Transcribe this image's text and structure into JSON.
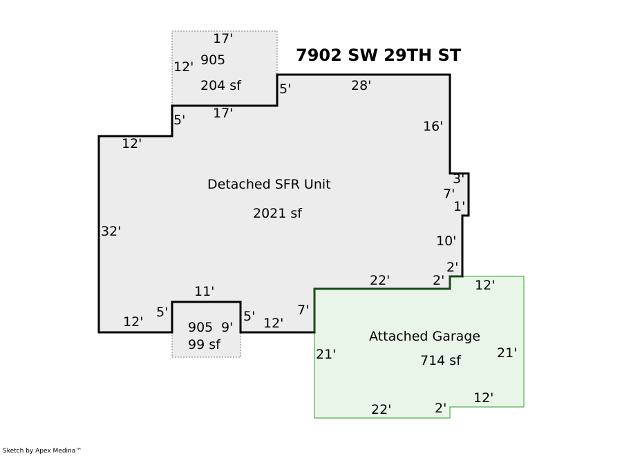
{
  "title": "7902 SW 29TH ST",
  "credit": "Sketch by Apex Medina™",
  "colors": {
    "main_fill": "#ececec",
    "garage_fill": "#eaf5ea",
    "garage_stroke": "#6dbb6d",
    "outline": "#000000"
  },
  "areas": {
    "main": {
      "name": "Detached SFR Unit",
      "area": "2021 sf"
    },
    "garage": {
      "name": "Attached Garage",
      "area": "714 sf"
    },
    "porch_top": {
      "code": "905",
      "area": "204 sf"
    },
    "porch_bottom": {
      "code": "905",
      "area": "99 sf"
    }
  },
  "dimensions": {
    "porch_top_top": "17'",
    "porch_top_left": "12'",
    "porch_top_bottom": "17'",
    "step_5_right": "5'",
    "top_28": "28'",
    "step_5_left": "5'",
    "left_top_12": "12'",
    "right_16": "16'",
    "bump_3": "3'",
    "bump_7": "7'",
    "bump_1": "1'",
    "right_10": "10'",
    "right_2": "2'",
    "inner_2": "2'",
    "inner_22": "22'",
    "left_32": "32'",
    "bottom_left_12": "12'",
    "porch_bot_left_5": "5'",
    "porch_bot_top_11": "11'",
    "porch_bot_9": "9'",
    "porch_bot_right_5": "5'",
    "bottom_right_12": "12'",
    "inner_7": "7'",
    "garage_top_12": "12'",
    "garage_left_21": "21'",
    "garage_right_21": "21'",
    "garage_bottom_22": "22'",
    "garage_bottom_2": "2'",
    "garage_bottom_12": "12'"
  }
}
